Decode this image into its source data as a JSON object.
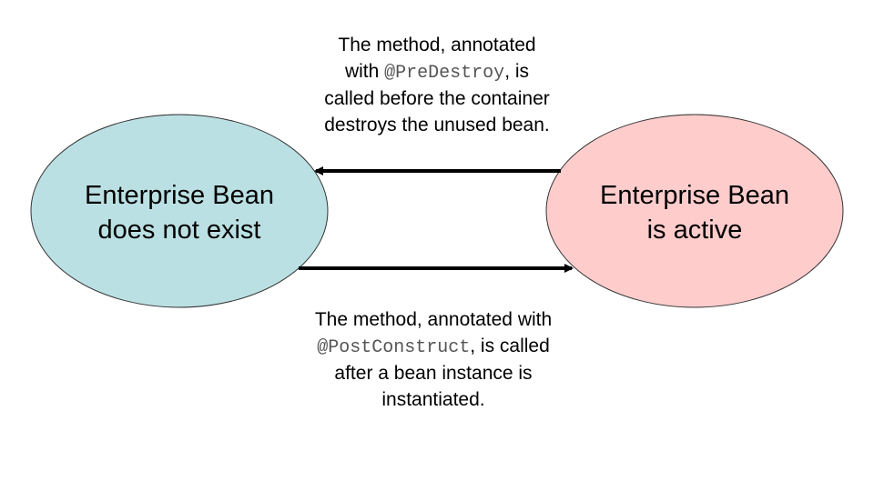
{
  "diagram": {
    "title": "Enterprise Bean lifecycle",
    "states": [
      {
        "id": "not-exist",
        "lines": [
          "Enterprise Bean",
          "does not exist"
        ],
        "fill": "#bbe0e3"
      },
      {
        "id": "active",
        "lines": [
          "Enterprise Bean",
          "is active"
        ],
        "fill": "#ffcccc"
      }
    ],
    "transitions": [
      {
        "from": "active",
        "to": "not-exist",
        "caption": {
          "line1": "The method, annotated",
          "line2_prefix": "with ",
          "line2_code": "@PreDestroy",
          "line2_suffix": ", is",
          "line3": "called before the container",
          "line4": "destroys the unused bean."
        }
      },
      {
        "from": "not-exist",
        "to": "active",
        "caption": {
          "line1": "The method, annotated with",
          "line2_code": "@PostConstruct",
          "line2_suffix": ", is called",
          "line3": "after a bean instance is",
          "line4": "instantiated."
        }
      }
    ],
    "colors": {
      "arrow": "#000000",
      "outline": "#333333",
      "code_text": "#555555"
    }
  }
}
